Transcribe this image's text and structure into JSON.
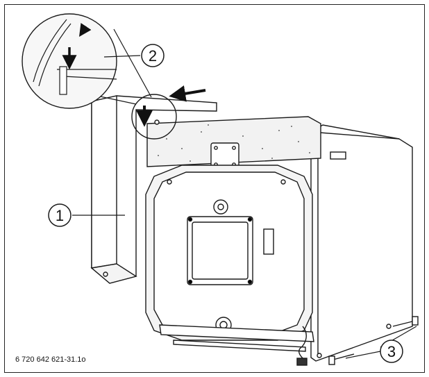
{
  "figure": {
    "id": "6 720 642 621-31.1o",
    "callouts": [
      {
        "label": "1",
        "name": "front-panel"
      },
      {
        "label": "2",
        "name": "detail-hook"
      },
      {
        "label": "3",
        "name": "mounting-screws"
      }
    ]
  },
  "colors": {
    "line": "#1a1a1a",
    "insulation": "#f2f2f2",
    "panel": "#ffffff",
    "detail_fill": "#f7f7f7"
  }
}
